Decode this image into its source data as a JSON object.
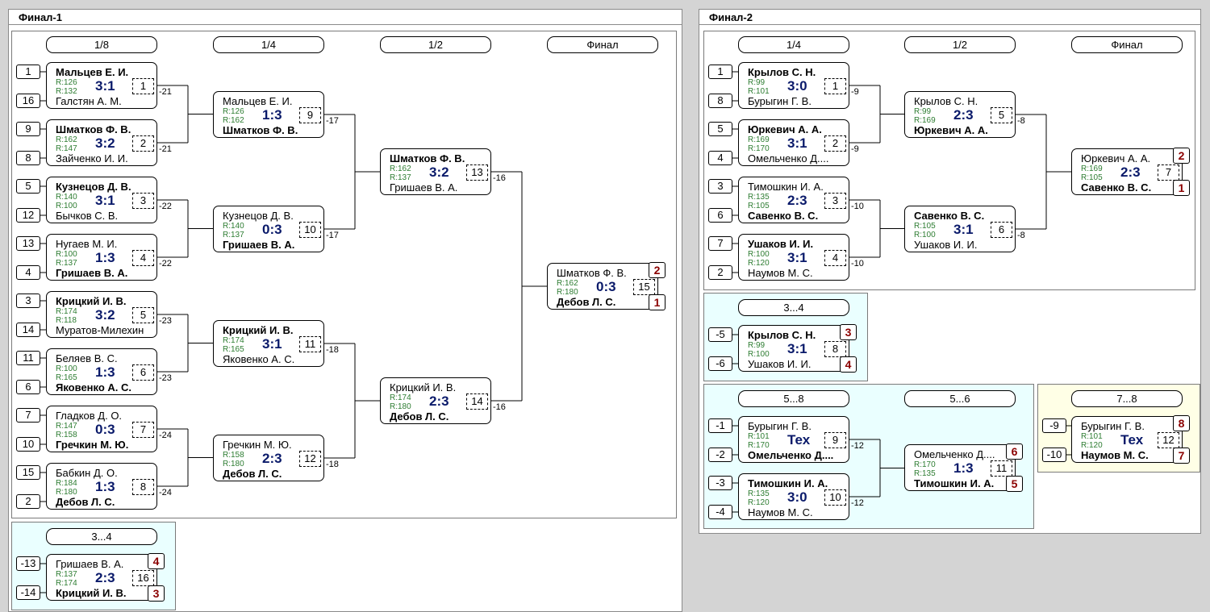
{
  "panels": {
    "final1": {
      "title": "Финал-1"
    },
    "final2": {
      "title": "Финал-2"
    }
  },
  "headers": {
    "f1_r8": "1/8",
    "f1_r4": "1/4",
    "f1_r2": "1/2",
    "f1_final": "Финал",
    "f1_third": "3...4",
    "f2_r4": "1/4",
    "f2_r2": "1/2",
    "f2_final": "Финал",
    "f2_third": "3...4",
    "f2_58": "5...8",
    "f2_56": "5...6",
    "f2_78": "7...8"
  },
  "seeds": [
    "1",
    "16",
    "9",
    "8",
    "5",
    "12",
    "13",
    "4",
    "3",
    "14",
    "11",
    "6",
    "7",
    "10",
    "15",
    "2",
    "-13",
    "-14",
    "1",
    "8",
    "5",
    "4",
    "3",
    "6",
    "7",
    "2",
    "-5",
    "-6",
    "-1",
    "-2",
    "-3",
    "-4",
    "-9",
    "-10"
  ],
  "matches": [
    {
      "p1": "Мальцев Е. И.",
      "p1b": true,
      "r1": "R:126",
      "p2": "Галстян А. М.",
      "p2b": false,
      "r2": "R:132",
      "score": "3:1",
      "num": "1",
      "link": "-21"
    },
    {
      "p1": "Шматков Ф. В.",
      "p1b": true,
      "r1": "R:162",
      "p2": "Зайченко И. И.",
      "p2b": false,
      "r2": "R:147",
      "score": "3:2",
      "num": "2",
      "link": "-21"
    },
    {
      "p1": "Кузнецов Д. В.",
      "p1b": true,
      "r1": "R:140",
      "p2": "Бычков С. В.",
      "p2b": false,
      "r2": "R:100",
      "score": "3:1",
      "num": "3",
      "link": "-22"
    },
    {
      "p1": "Нугаев М. И.",
      "p1b": false,
      "r1": "R:100",
      "p2": "Гришаев В. А.",
      "p2b": true,
      "r2": "R:137",
      "score": "1:3",
      "num": "4",
      "link": "-22"
    },
    {
      "p1": "Крицкий И. В.",
      "p1b": true,
      "r1": "R:174",
      "p2": "Муратов-Милехин",
      "p2b": false,
      "r2": "R:118",
      "score": "3:2",
      "num": "5",
      "link": "-23"
    },
    {
      "p1": "Беляев В. С.",
      "p1b": false,
      "r1": "R:100",
      "p2": "Яковенко А. С.",
      "p2b": true,
      "r2": "R:165",
      "score": "1:3",
      "num": "6",
      "link": "-23"
    },
    {
      "p1": "Гладков Д. О.",
      "p1b": false,
      "r1": "R:147",
      "p2": "Гречкин М. Ю.",
      "p2b": true,
      "r2": "R:158",
      "score": "0:3",
      "num": "7",
      "link": "-24"
    },
    {
      "p1": "Бабкин Д. О.",
      "p1b": false,
      "r1": "R:184",
      "p2": "Дебов Л. С.",
      "p2b": true,
      "r2": "R:180",
      "score": "1:3",
      "num": "8",
      "link": "-24"
    },
    {
      "p1": "Мальцев Е. И.",
      "p1b": false,
      "r1": "R:126",
      "p2": "Шматков Ф. В.",
      "p2b": true,
      "r2": "R:162",
      "score": "1:3",
      "num": "9",
      "link": "-17"
    },
    {
      "p1": "Кузнецов Д. В.",
      "p1b": false,
      "r1": "R:140",
      "p2": "Гришаев В. А.",
      "p2b": true,
      "r2": "R:137",
      "score": "0:3",
      "num": "10",
      "link": "-17"
    },
    {
      "p1": "Крицкий И. В.",
      "p1b": true,
      "r1": "R:174",
      "p2": "Яковенко А. С.",
      "p2b": false,
      "r2": "R:165",
      "score": "3:1",
      "num": "11",
      "link": "-18"
    },
    {
      "p1": "Гречкин М. Ю.",
      "p1b": false,
      "r1": "R:158",
      "p2": "Дебов Л. С.",
      "p2b": true,
      "r2": "R:180",
      "score": "2:3",
      "num": "12",
      "link": "-18"
    },
    {
      "p1": "Шматков Ф. В.",
      "p1b": true,
      "r1": "R:162",
      "p2": "Гришаев В. А.",
      "p2b": false,
      "r2": "R:137",
      "score": "3:2",
      "num": "13",
      "link": "-16"
    },
    {
      "p1": "Крицкий И. В.",
      "p1b": false,
      "r1": "R:174",
      "p2": "Дебов Л. С.",
      "p2b": true,
      "r2": "R:180",
      "score": "2:3",
      "num": "14",
      "link": "-16"
    },
    {
      "p1": "Шматков Ф. В.",
      "p1b": false,
      "r1": "R:162",
      "p2": "Дебов Л. С.",
      "p2b": true,
      "r2": "R:180",
      "score": "0:3",
      "num": "15",
      "link": "",
      "pl1": "2",
      "pl2": "1"
    },
    {
      "p1": "Гришаев В. А.",
      "p1b": false,
      "r1": "R:137",
      "p2": "Крицкий И. В.",
      "p2b": true,
      "r2": "R:174",
      "score": "2:3",
      "num": "16",
      "link": "",
      "pl1": "4",
      "pl2": "3"
    },
    {
      "p1": "Крылов С. Н.",
      "p1b": true,
      "r1": "R:99",
      "p2": "Бурыгин Г. В.",
      "p2b": false,
      "r2": "R:101",
      "score": "3:0",
      "num": "1",
      "link": "-9"
    },
    {
      "p1": "Юркевич А. А.",
      "p1b": true,
      "r1": "R:169",
      "p2": "Омельченко Д....",
      "p2b": false,
      "r2": "R:170",
      "score": "3:1",
      "num": "2",
      "link": "-9"
    },
    {
      "p1": "Тимошкин И. А.",
      "p1b": false,
      "r1": "R:135",
      "p2": "Савенко В. С.",
      "p2b": true,
      "r2": "R:105",
      "score": "2:3",
      "num": "3",
      "link": "-10"
    },
    {
      "p1": "Ушаков И. И.",
      "p1b": true,
      "r1": "R:100",
      "p2": "Наумов М. С.",
      "p2b": false,
      "r2": "R:120",
      "score": "3:1",
      "num": "4",
      "link": "-10"
    },
    {
      "p1": "Крылов С. Н.",
      "p1b": false,
      "r1": "R:99",
      "p2": "Юркевич А. А.",
      "p2b": true,
      "r2": "R:169",
      "score": "2:3",
      "num": "5",
      "link": "-8"
    },
    {
      "p1": "Савенко В. С.",
      "p1b": true,
      "r1": "R:105",
      "p2": "Ушаков И. И.",
      "p2b": false,
      "r2": "R:100",
      "score": "3:1",
      "num": "6",
      "link": "-8"
    },
    {
      "p1": "Юркевич А. А.",
      "p1b": false,
      "r1": "R:169",
      "p2": "Савенко В. С.",
      "p2b": true,
      "r2": "R:105",
      "score": "2:3",
      "num": "7",
      "link": "",
      "pl1": "2",
      "pl2": "1"
    },
    {
      "p1": "Крылов С. Н.",
      "p1b": true,
      "r1": "R:99",
      "p2": "Ушаков И. И.",
      "p2b": false,
      "r2": "R:100",
      "score": "3:1",
      "num": "8",
      "link": "",
      "pl1": "3",
      "pl2": "4"
    },
    {
      "p1": "Бурыгин Г. В.",
      "p1b": false,
      "r1": "R:101",
      "p2": "Омельченко Д....",
      "p2b": true,
      "r2": "R:170",
      "score": "Тех",
      "num": "9",
      "link": "-12"
    },
    {
      "p1": "Тимошкин И. А.",
      "p1b": true,
      "r1": "R:135",
      "p2": "Наумов М. С.",
      "p2b": false,
      "r2": "R:120",
      "score": "3:0",
      "num": "10",
      "link": "-12"
    },
    {
      "p1": "Омельченко Д....",
      "p1b": false,
      "r1": "R:170",
      "p2": "Тимошкин И. А.",
      "p2b": true,
      "r2": "R:135",
      "score": "1:3",
      "num": "11",
      "link": "",
      "pl1": "6",
      "pl2": "5"
    },
    {
      "p1": "Бурыгин Г. В.",
      "p1b": false,
      "r1": "R:101",
      "p2": "Наумов М. С.",
      "p2b": true,
      "r2": "R:120",
      "score": "Тех",
      "num": "12",
      "link": "",
      "pl1": "8",
      "pl2": "7"
    }
  ]
}
